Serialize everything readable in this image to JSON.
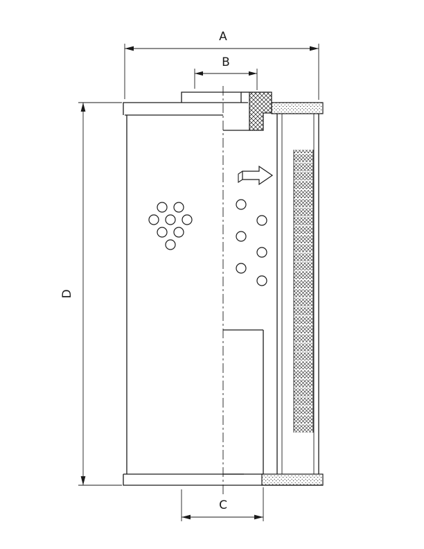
{
  "drawing": {
    "type": "technical-dimension-drawing",
    "subject": "hydraulic-filter-element-section-view",
    "dimension_labels": {
      "a": "A",
      "b": "B",
      "c": "C",
      "d": "D"
    },
    "icons": {
      "flow_arrow": "flow-direction-arrow"
    },
    "colors": {
      "line": "#1a1a1a",
      "background": "#ffffff"
    }
  }
}
